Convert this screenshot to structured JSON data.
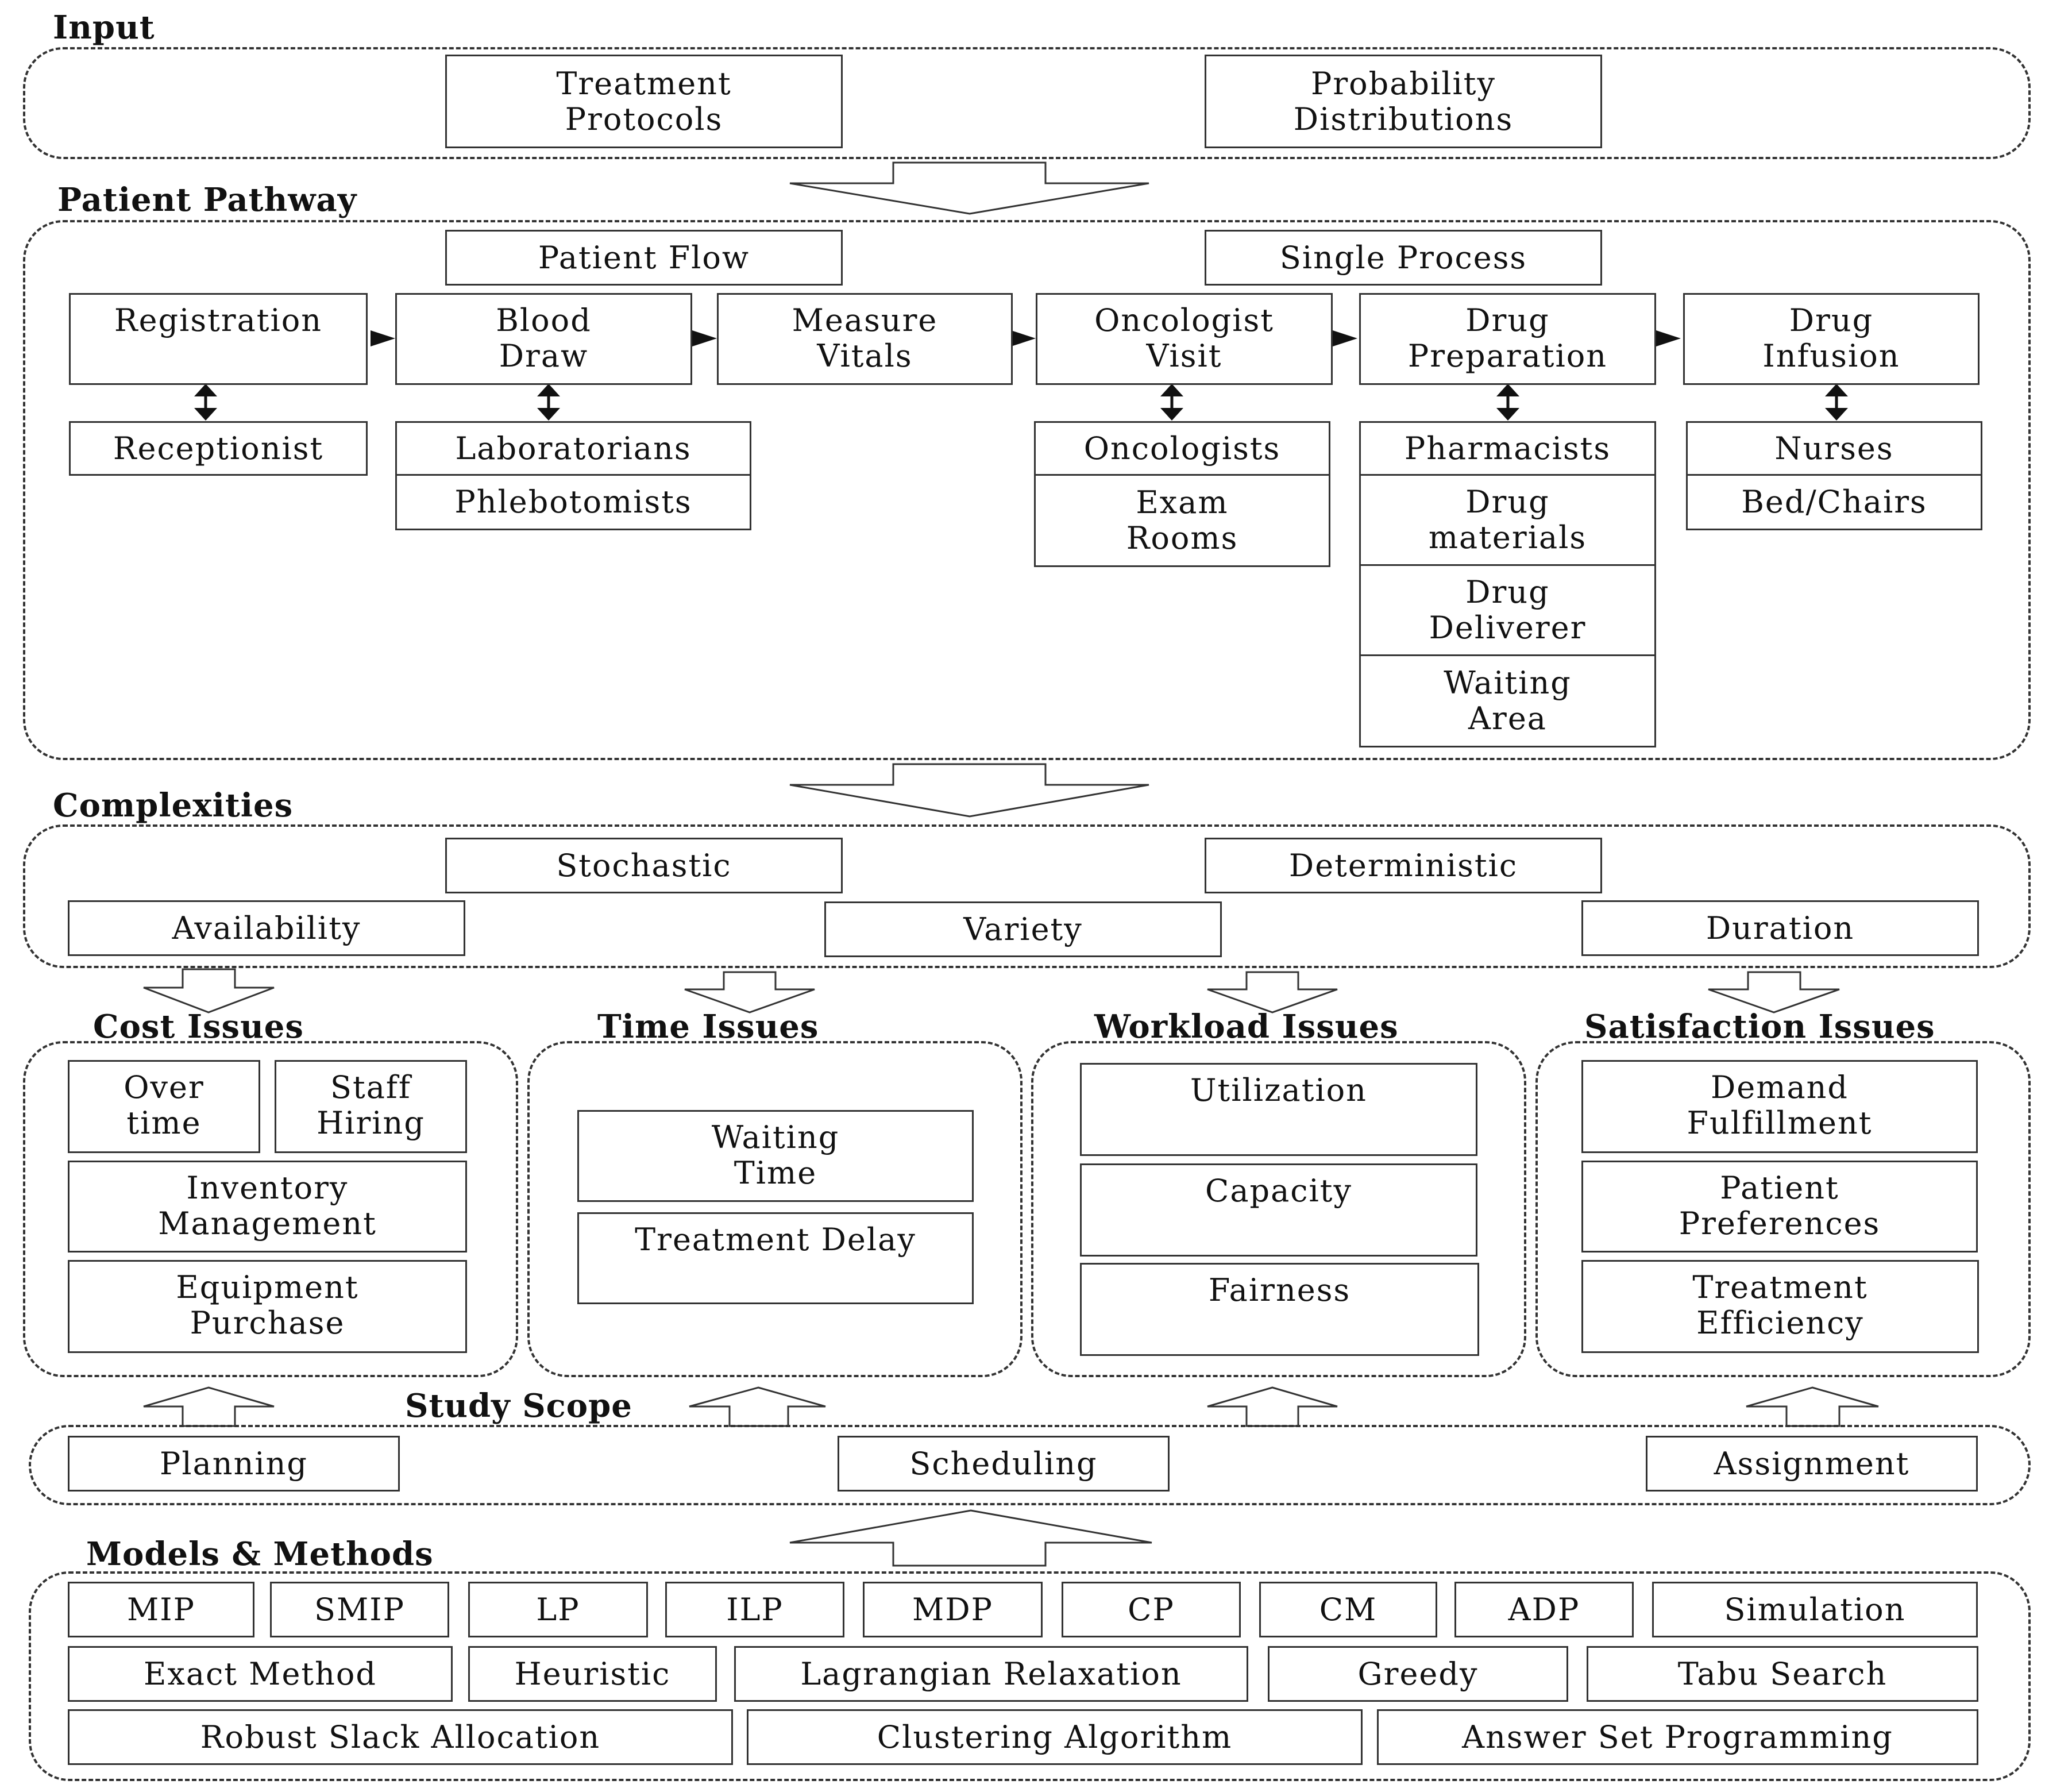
{
  "input": {
    "label": "Input",
    "items": [
      "Treatment\nProtocols",
      "Probability\nDistributions"
    ]
  },
  "pathway": {
    "label": "Patient Pathway",
    "flow_types": [
      "Patient Flow",
      "Single Process"
    ],
    "steps": [
      "Registration",
      "Blood\nDraw",
      "Measure\nVitals",
      "Oncologist\nVisit",
      "Drug\nPreparation",
      "Drug\nInfusion"
    ],
    "resources": {
      "receptionist": "Receptionist",
      "laboratorians": "Laboratorians",
      "phlebotomists": "Phlebotomists",
      "oncologists": "Oncologists",
      "exam_rooms": "Exam\nRooms",
      "pharmacists": "Pharmacists",
      "drug_materials": "Drug\nmaterials",
      "drug_deliverer": "Drug\nDeliverer",
      "waiting_area": "Waiting\nArea",
      "nurses": "Nurses",
      "bed_chairs": "Bed/Chairs"
    }
  },
  "complexities": {
    "label": "Complexities",
    "items": [
      "Stochastic",
      "Deterministic",
      "Availability",
      "Variety",
      "Duration"
    ]
  },
  "issues": {
    "cost": {
      "label": "Cost Issues",
      "items": [
        "Over\ntime",
        "Staff\nHiring",
        "Inventory\nManagement",
        "Equipment\nPurchase"
      ]
    },
    "time": {
      "label": "Time Issues",
      "items": [
        "Waiting\nTime",
        "Treatment Delay"
      ]
    },
    "workload": {
      "label": "Workload Issues",
      "items": [
        "Utilization",
        "Capacity",
        "Fairness"
      ]
    },
    "satisfaction": {
      "label": "Satisfaction Issues",
      "items": [
        "Demand\nFulfillment",
        "Patient\nPreferences",
        "Treatment\nEfficiency"
      ]
    }
  },
  "scope": {
    "label": "Study Scope",
    "items": [
      "Planning",
      "Scheduling",
      "Assignment"
    ]
  },
  "methods": {
    "label": "Models & Methods",
    "row1": [
      "MIP",
      "SMIP",
      "LP",
      "ILP",
      "MDP",
      "CP",
      "CM",
      "ADP",
      "Simulation"
    ],
    "row2": [
      "Exact Method",
      "Heuristic",
      "Lagrangian Relaxation",
      "Greedy",
      "Tabu Search"
    ],
    "row3": [
      "Robust Slack Allocation",
      "Clustering Algorithm",
      "Answer Set Programming"
    ]
  }
}
